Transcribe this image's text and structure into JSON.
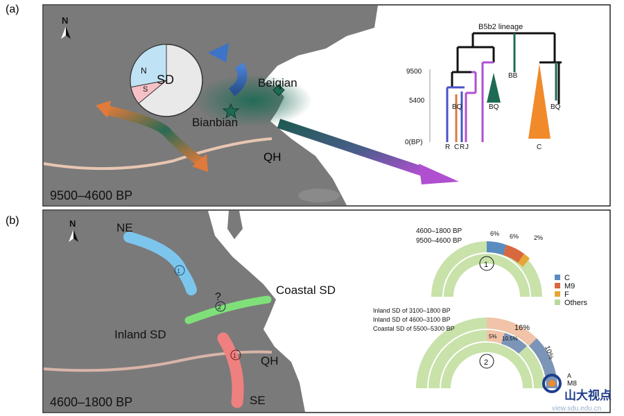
{
  "panel_a": {
    "letter": "(a)",
    "north": "N",
    "period": "9500–4600 BP",
    "pie_labels": {
      "sd": "SD",
      "n": "N",
      "s": "S"
    },
    "pie_shares": {
      "n": 0.28,
      "s": 0.08,
      "other": 0.64
    },
    "sites": {
      "beiqian": "Beiqian",
      "bianbian": "Bianbian"
    },
    "boundary": "QH",
    "tree": {
      "title": "B5b2 lineage",
      "ticks": [
        "9500",
        "5400",
        "0(BP)"
      ],
      "clade_labels": [
        "BQ",
        "BQ",
        "BB",
        "BQ"
      ],
      "tips": [
        "R",
        "C",
        "R",
        "J",
        "C"
      ]
    }
  },
  "panel_b": {
    "letter": "(b)",
    "north": "N",
    "period": "4600–1800 BP",
    "regions": {
      "ne": "NE",
      "se": "SE",
      "coastal": "Coastal SD",
      "inland": "Inland SD",
      "qh": "QH"
    },
    "route_markers": {
      "one": "1",
      "two": "2",
      "question": "?"
    },
    "chart1": {
      "badge": "1",
      "rows": [
        "4600–1800 BP",
        "9500–4600 BP"
      ],
      "values": {
        "c": "6%",
        "m9": "6%",
        "f": "2%"
      }
    },
    "chart2": {
      "badge": "2",
      "rows": [
        "Inland SD of 3100–1800 BP",
        "Inland SD of 4600–3100 BP",
        "Coastal SD of 5500–5300 BP"
      ],
      "values": {
        "m9": "16%",
        "c_inland": "10%",
        "m9_coastal": "5%",
        "c_coastal": "10.5%"
      }
    },
    "legend": [
      {
        "label": "C",
        "color": "#5b8cc0"
      },
      {
        "label": "M9",
        "color": "#d8683f"
      },
      {
        "label": "F",
        "color": "#e6a635"
      },
      {
        "label": "Others",
        "color": "#b9d89c"
      }
    ]
  },
  "watermark": {
    "brand": "山大视点",
    "url": "view.sdu.edu.cn",
    "badge_top": "A",
    "badge_bottom": "M8"
  }
}
